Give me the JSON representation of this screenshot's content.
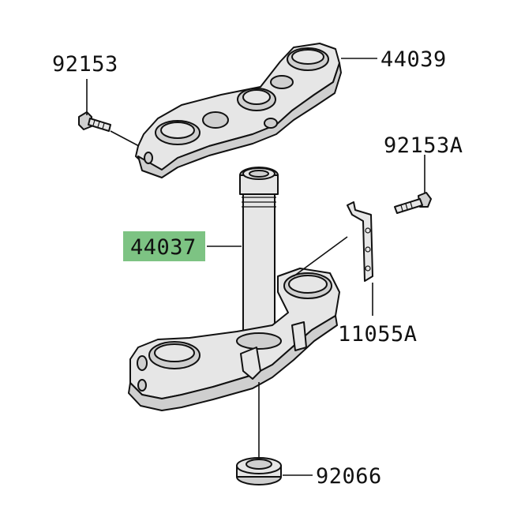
{
  "diagram": {
    "parts": [
      {
        "id": "p92153",
        "number": "92153",
        "name": "upper-bolt"
      },
      {
        "id": "p44039",
        "number": "44039",
        "name": "upper-bracket"
      },
      {
        "id": "p92153a",
        "number": "92153A",
        "name": "side-bolt"
      },
      {
        "id": "p44037",
        "number": "44037",
        "name": "steering-stem",
        "highlighted": true
      },
      {
        "id": "p11055a",
        "number": "11055A",
        "name": "bracket-plate"
      },
      {
        "id": "p92066",
        "number": "92066",
        "name": "stem-nut"
      }
    ],
    "highlight_color": "#7dc383"
  }
}
